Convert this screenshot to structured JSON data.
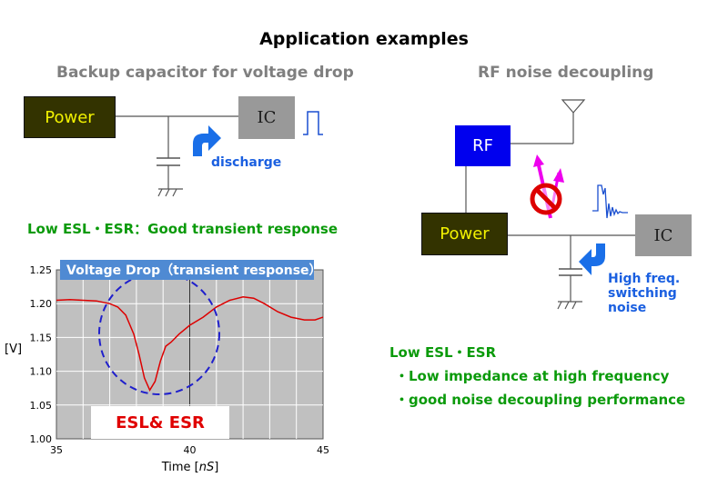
{
  "title": "Application examples",
  "left": {
    "title": "Backup capacitor for voltage drop",
    "power_label": "Power",
    "ic_label": "IC",
    "discharge_label": "discharge",
    "feature": "Low ESL・ESR：Good transient response"
  },
  "right": {
    "title": "RF noise decoupling",
    "rf_label": "RF",
    "power_label": "Power",
    "ic_label": "IC",
    "noise_label_lines": [
      "High freq.",
      "switching",
      "noise"
    ],
    "feature_title": "Low ESL・ESR",
    "feature_items": [
      "・Low impedance at high frequency",
      "・good noise decoupling performance"
    ]
  },
  "colors": {
    "power_fill": "#333300",
    "power_text": "#f2f200",
    "ic_fill": "#999999",
    "rf_fill": "#0000ee",
    "arrow_blue": "#1a6fe8",
    "noise_magenta": "#ee00ee",
    "prohibit_red": "#dd0000",
    "feature_green": "#0a9a0a",
    "curve_red": "#dd0000",
    "chart_bg": "#c0c0c0"
  },
  "icons": [
    "antenna-icon",
    "ground-icon",
    "capacitor-icon",
    "pulse-icon",
    "ringing-pulse-icon",
    "prohibited-icon",
    "discharge-arrow-icon",
    "noise-arrow-icon"
  ],
  "chart_data": {
    "type": "line",
    "title": "Voltage Drop（transient response）",
    "xlabel": "Time [nS]",
    "ylabel": "[V]",
    "xlim": [
      35,
      45
    ],
    "ylim": [
      1.0,
      1.25
    ],
    "xticks": [
      35,
      40,
      45
    ],
    "yticks": [
      1.0,
      1.05,
      1.1,
      1.15,
      1.2,
      1.25
    ],
    "grid": true,
    "annotation": "ESL& ESR",
    "series": [
      {
        "x": [
          35,
          35.5,
          36,
          36.5,
          37,
          37.3,
          37.6,
          37.9,
          38.1,
          38.3,
          38.5,
          38.7,
          38.9,
          39.1,
          39.3,
          39.6,
          40,
          40.5,
          41,
          41.5,
          42,
          42.4,
          42.8,
          43.3,
          43.8,
          44.3,
          44.7,
          45
        ],
        "y": [
          1.205,
          1.206,
          1.205,
          1.204,
          1.2,
          1.195,
          1.183,
          1.155,
          1.125,
          1.09,
          1.072,
          1.085,
          1.115,
          1.137,
          1.143,
          1.155,
          1.168,
          1.18,
          1.195,
          1.205,
          1.21,
          1.208,
          1.2,
          1.188,
          1.18,
          1.176,
          1.176,
          1.18
        ]
      }
    ]
  }
}
